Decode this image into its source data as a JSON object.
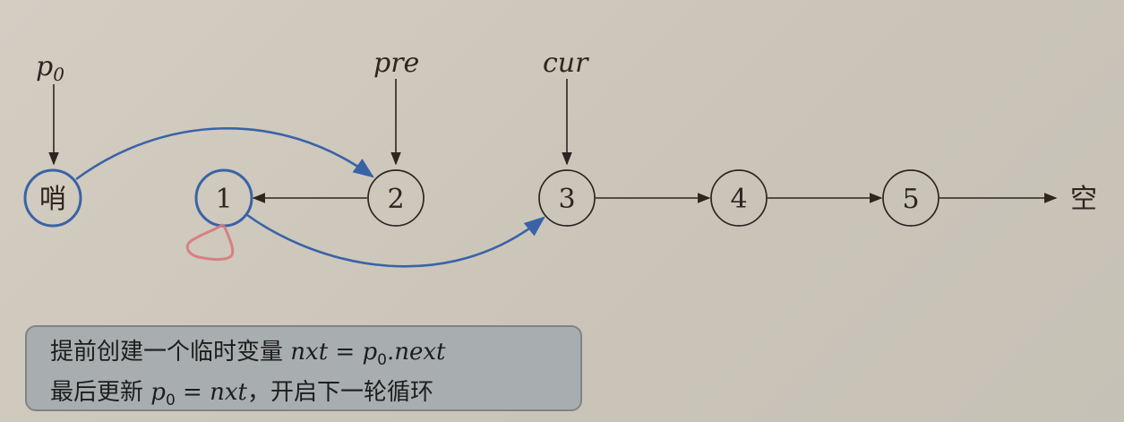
{
  "nodes": [
    {
      "label": "哨",
      "role": "sentinel",
      "highlight": true
    },
    {
      "label": "1",
      "highlight": true
    },
    {
      "label": "2"
    },
    {
      "label": "3"
    },
    {
      "label": "4"
    },
    {
      "label": "5"
    }
  ],
  "null_label": "空",
  "pointers": {
    "p0": {
      "base": "p",
      "sub": "0",
      "target": 0
    },
    "pre": {
      "label": "pre",
      "target": 2
    },
    "cur": {
      "label": "cur",
      "target": 3
    }
  },
  "edges": [
    {
      "from": 2,
      "to": 1,
      "style": "straight"
    },
    {
      "from": 3,
      "to": 4,
      "style": "straight"
    },
    {
      "from": 4,
      "to": 5,
      "style": "straight"
    },
    {
      "from": 5,
      "to": "null",
      "style": "straight"
    },
    {
      "from": 0,
      "to": 2,
      "style": "curved-blue"
    },
    {
      "from": 1,
      "to": 3,
      "style": "curved-blue"
    }
  ],
  "colors": {
    "blue": "#3a63a6",
    "ink": "#2b2620",
    "annotation": "#d9777c"
  },
  "note": {
    "line1_text": "提前创建一个临时变量",
    "line1_math_a": "nxt = p",
    "line1_sub": "0",
    "line1_math_b": ".next",
    "line2_text_a": "最后更新",
    "line2_math_a": "p",
    "line2_sub": "0",
    "line2_math_b": " = nxt",
    "line2_text_b": "，开启下一轮循环"
  }
}
